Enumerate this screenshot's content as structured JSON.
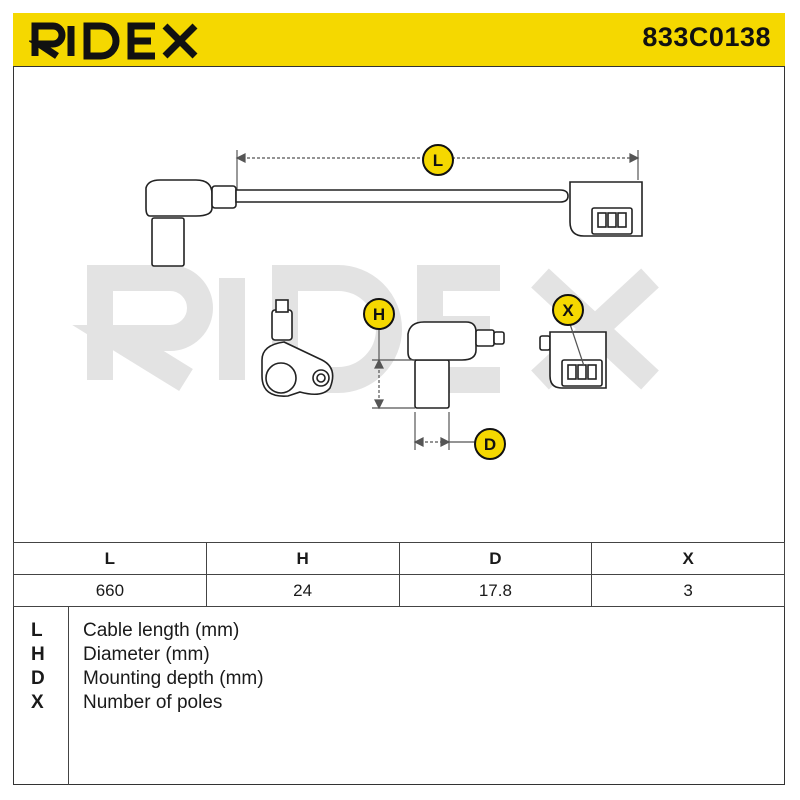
{
  "header": {
    "brand": "RIDEX",
    "part_number": "833C0138",
    "brand_color": "#f5d800"
  },
  "diagram": {
    "watermark": "RIDEX",
    "callouts": {
      "length": "L",
      "height": "H",
      "depth": "D",
      "poles": "X"
    }
  },
  "spec_table": {
    "columns": [
      "L",
      "H",
      "D",
      "X"
    ],
    "values": [
      "660",
      "24",
      "17.8",
      "3"
    ]
  },
  "legend": [
    {
      "key": "L",
      "desc": "Cable length (mm)"
    },
    {
      "key": "H",
      "desc": "Diameter (mm)"
    },
    {
      "key": "D",
      "desc": "Mounting depth (mm)"
    },
    {
      "key": "X",
      "desc": "Number of poles"
    }
  ]
}
